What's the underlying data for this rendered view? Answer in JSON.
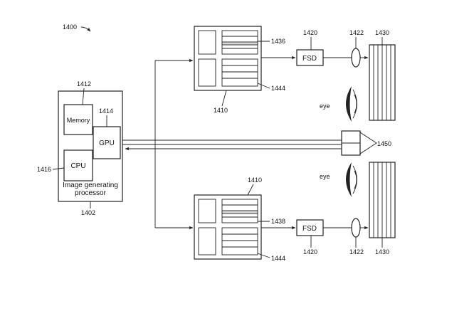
{
  "figure_ref": "1400",
  "processor": {
    "ref": "1402",
    "caption_line1": "Image generating",
    "caption_line2": "processor",
    "memory": {
      "label": "Memory",
      "ref": "1412"
    },
    "gpu": {
      "label": "GPU",
      "ref": "1414"
    },
    "cpu": {
      "label": "CPU",
      "ref": "1416"
    }
  },
  "top_path": {
    "buffer_ref": "1410",
    "frame_ref_a": "1436",
    "frame_ref_b": "1444",
    "fsd": {
      "label": "FSD",
      "ref": "1420"
    },
    "lens_ref": "1422",
    "waveguide_ref": "1430",
    "eye_label": "eye"
  },
  "bottom_path": {
    "buffer_ref": "1410",
    "frame_ref_a": "1438",
    "frame_ref_b": "1444",
    "fsd": {
      "label": "FSD",
      "ref": "1420"
    },
    "lens_ref": "1422",
    "waveguide_ref": "1430",
    "eye_label": "eye"
  },
  "sensor_ref": "1450"
}
